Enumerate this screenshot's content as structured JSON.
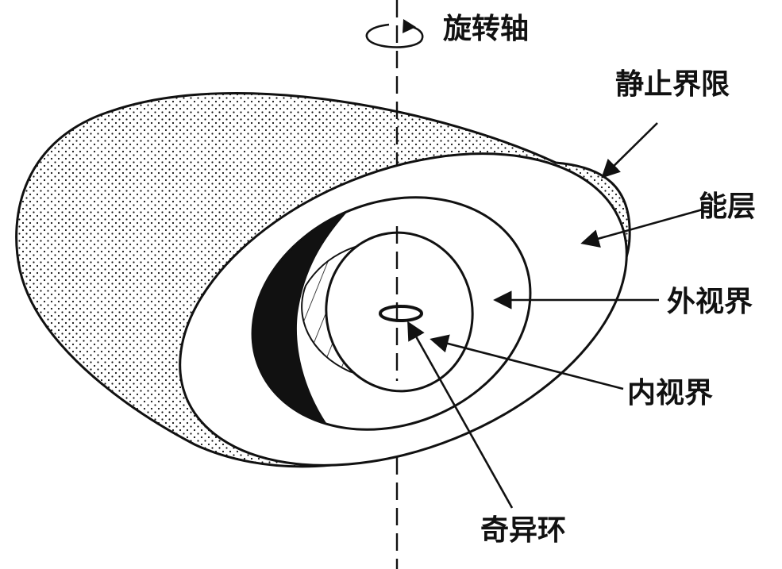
{
  "labels": {
    "rotation_axis": "旋转轴",
    "static_limit": "静止界限",
    "ergosphere": "能层",
    "outer_horizon": "外视界",
    "inner_horizon": "内视界",
    "ring_singularity": "奇异环"
  },
  "colors": {
    "ink": "#111111",
    "paper": "#ffffff"
  }
}
